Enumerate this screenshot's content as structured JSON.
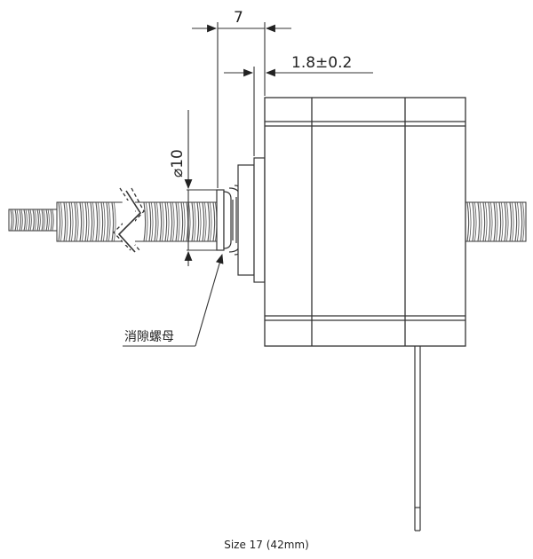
{
  "drawing": {
    "dim_width": "7",
    "dim_thickness": "1.8±0.2",
    "dim_diameter": "⌀10",
    "callout_label": "消隙螺母",
    "caption": "Size 17 (42mm)"
  },
  "colors": {
    "line": "#333333",
    "thread": "#555555",
    "background": "#ffffff"
  }
}
